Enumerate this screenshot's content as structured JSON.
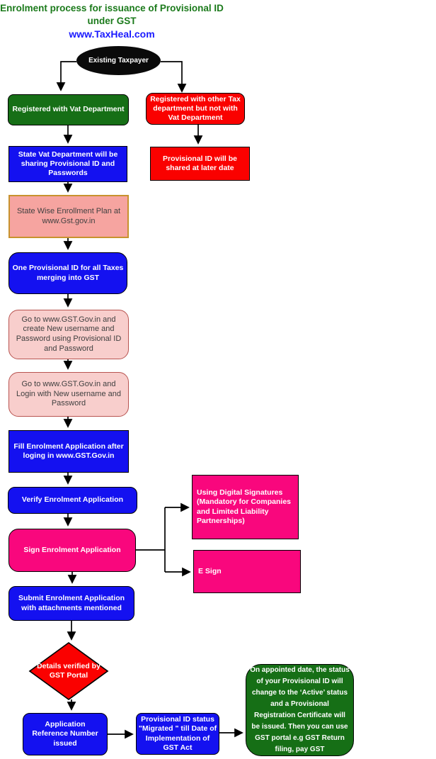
{
  "title": {
    "line1": "Enrolment process for issuance of Provisional ID",
    "line2": "under GST",
    "site": "www.TaxHeal.com"
  },
  "colors": {
    "box_green": "#166f16",
    "box_red": "#fa0100",
    "box_blue": "#1411f0",
    "box_magenta": "#f9077d",
    "pink_fill": "#f8cecc",
    "pink_border": "#b85450",
    "salmon_fill": "#f6a4a0",
    "salmon_border": "#c8922e",
    "title_green": "#1b7a1b",
    "title_blue": "#1a1aff",
    "ellipse_black": "#0a0a0a"
  },
  "nodes": {
    "start": {
      "label": "Existing Taxpayer"
    },
    "registered_vat": {
      "label": "Registered with Vat Department"
    },
    "registered_other": {
      "label": "Registered with other Tax department but not with Vat Department"
    },
    "state_vat_sharing": {
      "label": "State Vat Department will be sharing Provisional ID and Passwords"
    },
    "provisional_later": {
      "label": "Provisional ID  will be shared at later date"
    },
    "state_wise_plan": {
      "label": "State Wise Enrollment Plan at www.Gst.gov.in"
    },
    "one_provisional": {
      "label": "One Provisional ID for all Taxes merging into GST"
    },
    "create_username": {
      "label": "Go to www.GST.Gov.in and create New username and Password using Provisional ID and Password"
    },
    "login_new": {
      "label": "Go to www.GST.Gov.in and Login with New username and Password"
    },
    "fill_application": {
      "label": "Fill Enrolment Application after loging in www.GST.Gov.in"
    },
    "verify_application": {
      "label": "Verify  Enrolment Application"
    },
    "sign_application": {
      "label": "Sign Enrolment Application"
    },
    "digital_signatures": {
      "label": "Using Digital Signatures (Mandatory for Companies and Limited Liability Partnerships)"
    },
    "esign": {
      "label": "E Sign"
    },
    "submit_application": {
      "label": "Submit Enrolment Application with attachments mentioned"
    },
    "details_verified": {
      "label": "Details verified by GST Portal"
    },
    "arn_issued": {
      "label": "Application Reference Number issued"
    },
    "migrated_status": {
      "label": "Provisional ID status \"Migrated \" till  Date of Implementation of GST Act"
    },
    "active_status": {
      "label": "On appointed date, the status of your Provisional ID will change to the ‘Active’ status and a Provisional Registration Certificate will be issued. Then you can use GST portal e.g  GST Return filing, pay GST"
    }
  }
}
